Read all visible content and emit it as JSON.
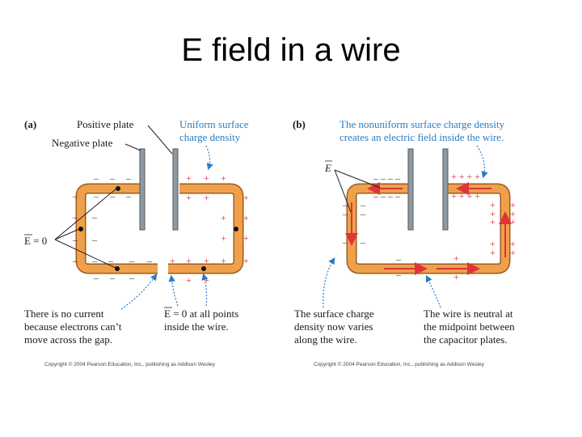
{
  "title": "E field in a wire",
  "colors": {
    "wire": "#f0a04b",
    "wire_edge": "#9c5c1c",
    "plate": "#8e9aa6",
    "positive": "#e0333a",
    "negative": "#404040",
    "annotation": "#2a7cc4",
    "field_arrow": "#e0333a"
  },
  "panel_a": {
    "label": "(a)",
    "positive_plate": "Positive plate",
    "negative_plate": "Negative plate",
    "uniform_line1": "Uniform surface",
    "uniform_line2": "charge density",
    "e_zero": "E = 0",
    "no_current_line1": "There is no current",
    "no_current_line2": "because electrons can’t",
    "no_current_line3": "move across the gap.",
    "e_zero_all_line1": "E = 0 at all points",
    "e_zero_all_line2": "inside the wire.",
    "copyright": "Copyright © 2004 Pearson Education, Inc., publishing as Addison Wesley"
  },
  "panel_b": {
    "label": "(b)",
    "nonuniform_line1": "The nonuniform surface charge density",
    "nonuniform_line2": "creates an electric field inside the wire.",
    "e_label": "E",
    "varies_line1": "The surface charge",
    "varies_line2": "density now varies",
    "varies_line3": "along the wire.",
    "neutral_line1": "The wire is neutral at",
    "neutral_line2": "the midpoint between",
    "neutral_line3": "the capacitor plates.",
    "copyright": "Copyright © 2004 Pearson Education, Inc., publishing as Addison Wesley"
  },
  "charges": {
    "plus": "+",
    "minus": "–",
    "plus4": "+ + + +",
    "minus4": "– – – –"
  }
}
